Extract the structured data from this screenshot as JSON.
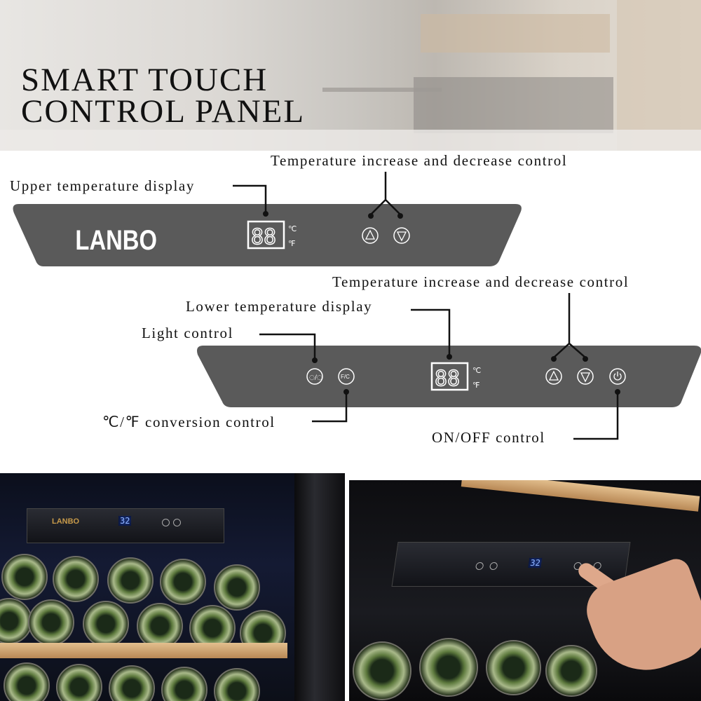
{
  "title": {
    "line1": "SMART TOUCH",
    "line2": "CONTROL PANEL"
  },
  "upper_panel": {
    "brand": "LANBO",
    "display": "88",
    "unit_c": "℃",
    "unit_f": "℉",
    "labels": {
      "display": "Upper temperature display",
      "temp_control": "Temperature increase and decrease control"
    }
  },
  "lower_panel": {
    "display": "88",
    "unit_c": "℃",
    "unit_f": "℉",
    "fc_button": "F/C",
    "labels": {
      "temp_control": "Temperature increase and decrease control",
      "display": "Lower temperature display",
      "light": "Light control",
      "conversion": "℃/℉ conversion control",
      "power": "ON/OFF control"
    }
  },
  "photos": {
    "left": {
      "brand": "LANBO",
      "display": "32"
    },
    "right": {
      "display": "32"
    }
  },
  "colors": {
    "panel": "#5a5a5a",
    "text": "#111111",
    "shelf": "#d6a670"
  }
}
